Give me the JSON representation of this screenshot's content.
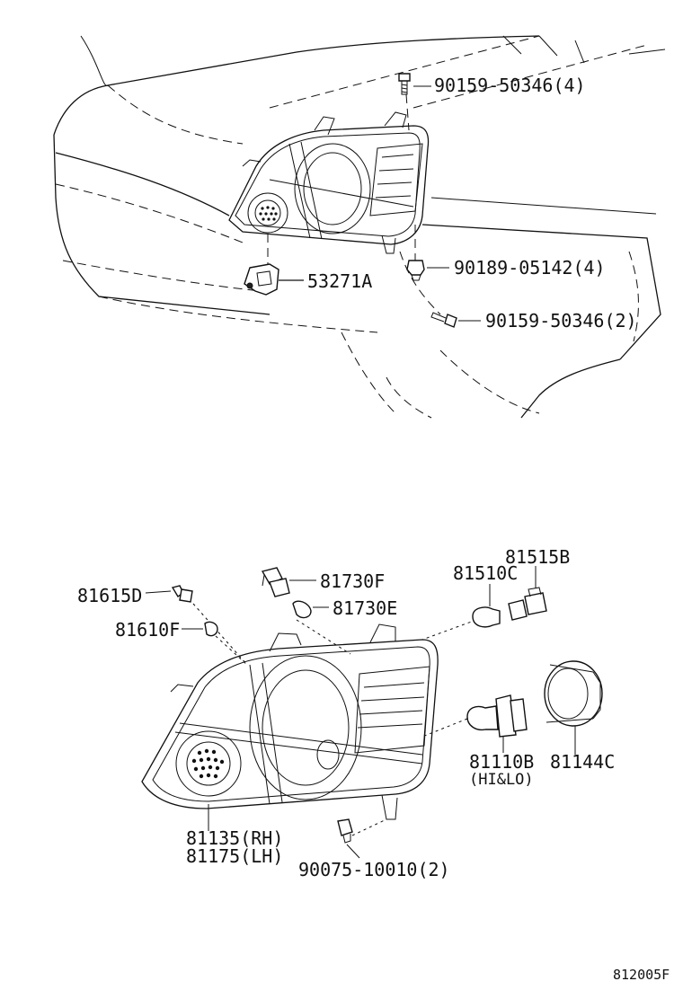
{
  "diagram_code": "812005F",
  "callouts": {
    "bolt_top": "90159-50346(4)",
    "clip": "90189-05142(4)",
    "bolt_lower": "90159-50346(2)",
    "bracket": "53271A",
    "socket_d": "81615D",
    "bulb_f": "81610F",
    "socket_730f": "81730F",
    "bulb_730e": "81730E",
    "bulb_510c": "81510C",
    "socket_515b": "81515B",
    "bulb_110b": "81110B",
    "bulb_110b_note": "(HI&LO)",
    "cap_144c": "81144C",
    "lamp_rh": "81135(RH)",
    "lamp_lh": "81175(LH)",
    "screw": "90075-10010(2)"
  }
}
